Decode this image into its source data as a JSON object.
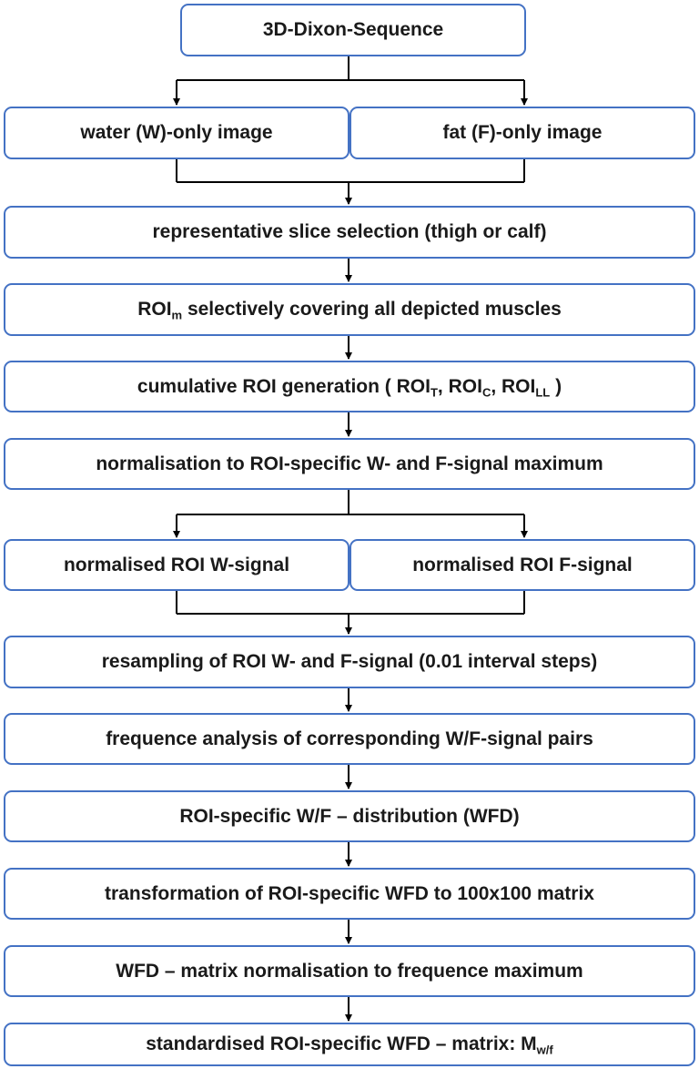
{
  "steps": {
    "sequence": "3D-Dixon-Sequence",
    "water_image": "water (W)-only image",
    "fat_image": "fat (F)-only image",
    "slice_selection": "representative slice selection (thigh or calf)",
    "roi_m": {
      "base": "ROI",
      "sub": "m",
      "rest": " selectively covering all depicted muscles"
    },
    "cumulative": {
      "prefix": "cumulative ROI generation ( ",
      "roi1": "ROI",
      "sub1": "T",
      "sep1": ", ",
      "roi2": "ROI",
      "sub2": "C",
      "sep2": ", ",
      "roi3": "ROI",
      "sub3": "LL",
      "suffix": " )"
    },
    "normalisation": "normalisation to ROI-specific W- and F-signal maximum",
    "norm_w": "normalised ROI W-signal",
    "norm_f": "normalised ROI F-signal",
    "resampling": "resampling of ROI W- and F-signal (0.01 interval steps)",
    "frequence": "frequence analysis of corresponding W/F-signal pairs",
    "wfd": "ROI-specific W/F – distribution (WFD)",
    "transformation": "transformation of ROI-specific WFD to 100x100 matrix",
    "matrix_norm": "WFD – matrix normalisation to frequence maximum",
    "standardised": {
      "text": "standardised ROI-specific WFD – matrix: M",
      "sub": "w/f"
    }
  },
  "colors": {
    "box_border": "#4472c4",
    "arrow": "#000000",
    "text": "#1a1a1a"
  }
}
